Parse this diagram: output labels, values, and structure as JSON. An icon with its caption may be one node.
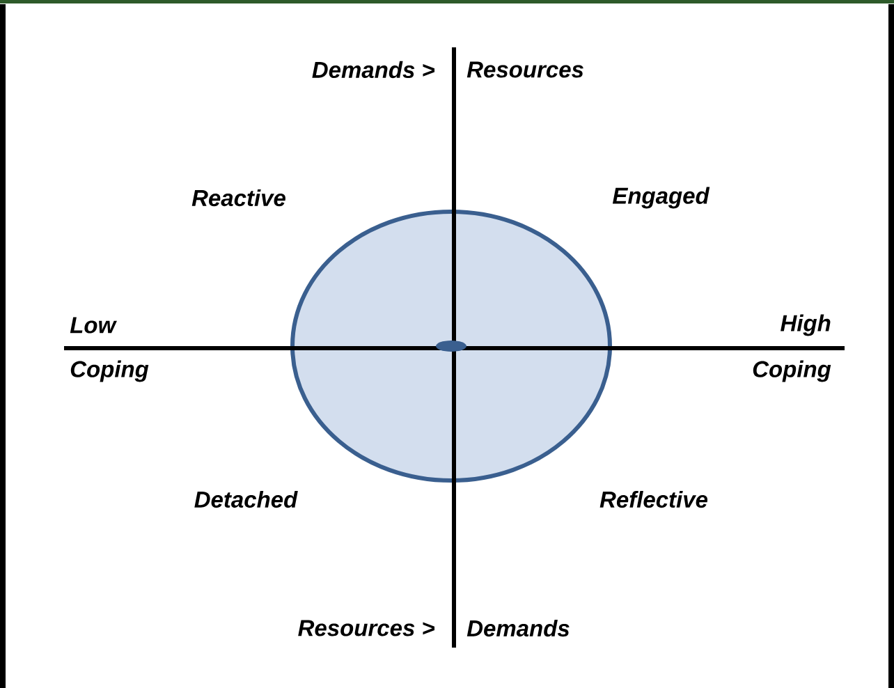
{
  "diagram": {
    "labels": [
      "Demands >",
      "Resources",
      "Reactive",
      "Engaged",
      "Low",
      "High",
      "Coping",
      "Coping",
      "Detached",
      "Reflective",
      "Resources >",
      "Demands"
    ]
  }
}
